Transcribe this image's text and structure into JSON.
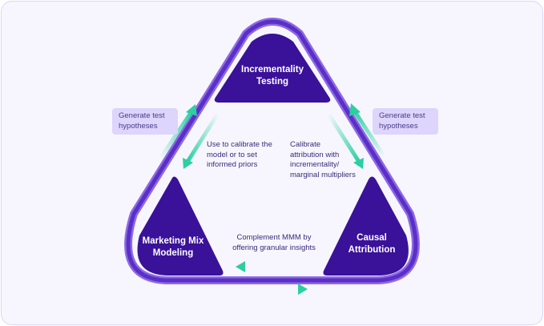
{
  "nodes": {
    "top": "Incrementality Testing",
    "left": "Marketing Mix Modeling",
    "right": "Causal Attribution"
  },
  "badges": {
    "left": "Generate test hypotheses",
    "right": "Generate test hypotheses"
  },
  "notes": {
    "left_edge": "Use to calibrate the model or to set informed priors",
    "right_edge": "Calibrate attribution with incrementality/ marginal multipliers",
    "bottom_edge": "Complement MMM by offering granular insights"
  },
  "colors": {
    "frame_border": "#dcd7f0",
    "background": "#f7f6fe",
    "triangle_outer": "#7a55dc",
    "triangle_inner": "#5b2fc7",
    "node_fill": "#3a1199",
    "arrow": "#2bcfa1",
    "badge_bg": "#ddd5fb",
    "text": "#3a2a7a"
  }
}
